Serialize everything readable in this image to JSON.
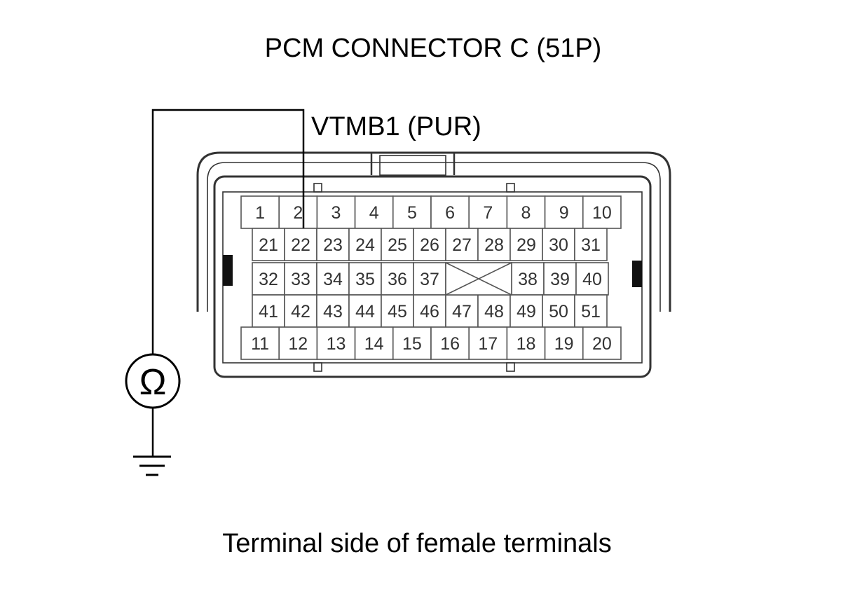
{
  "title": "PCM CONNECTOR C (51P)",
  "wire_label": "VTMB1 (PUR)",
  "caption": "Terminal side of female terminals",
  "meter_symbol": "Ω",
  "probe_terminal": "22",
  "rows": {
    "row1": [
      "1",
      "2",
      "3",
      "4",
      "5",
      "6",
      "7",
      "8",
      "9",
      "10"
    ],
    "row2": [
      "21",
      "22",
      "23",
      "24",
      "25",
      "26",
      "27",
      "28",
      "29",
      "30",
      "31"
    ],
    "row3": [
      "32",
      "33",
      "34",
      "35",
      "36",
      "37",
      "",
      "38",
      "39",
      "40"
    ],
    "row4": [
      "41",
      "42",
      "43",
      "44",
      "45",
      "46",
      "47",
      "48",
      "49",
      "50",
      "51"
    ],
    "row5": [
      "11",
      "12",
      "13",
      "14",
      "15",
      "16",
      "17",
      "18",
      "19",
      "20"
    ]
  }
}
